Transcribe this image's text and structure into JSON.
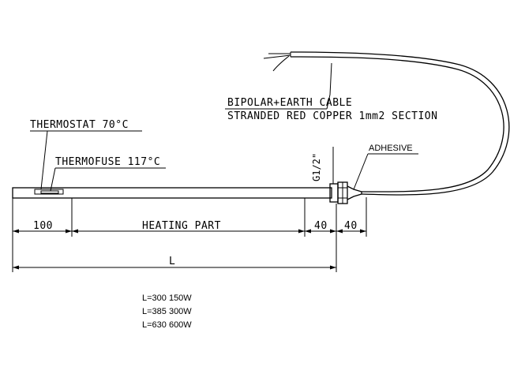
{
  "labels": {
    "cable_line1": "BIPOLAR+EARTH CABLE",
    "cable_line2": "STRANDED RED COPPER 1mm2 SECTION",
    "thermostat": "THERMOSTAT 70°C",
    "thermofuse": "THERMOFUSE 117°C",
    "adhesive": "ADHESIVE",
    "thread": "G1/2\"",
    "dim_100": "100",
    "dim_heating": "HEATING PART",
    "dim_40a": "40",
    "dim_40b": "40",
    "dim_L": "L"
  },
  "specs": [
    "L=300  150W",
    "L=385  300W",
    "L=630  600W"
  ]
}
